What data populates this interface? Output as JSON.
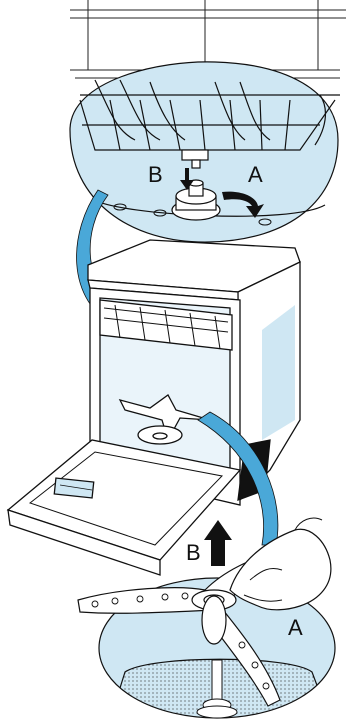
{
  "labels": {
    "top_b": "B",
    "top_a": "A",
    "bottom_b": "B",
    "bottom_a": "A"
  },
  "colors": {
    "zoom_fill": "#cfe7f3",
    "lead_arrow": "#4aa8d8",
    "outline": "#111111",
    "background": "#ffffff"
  },
  "icons": {
    "push_arrow": "arrow-down-icon",
    "lift_arrow": "arrow-up-icon",
    "rotate_arrow": "rotate-arrow-icon"
  }
}
